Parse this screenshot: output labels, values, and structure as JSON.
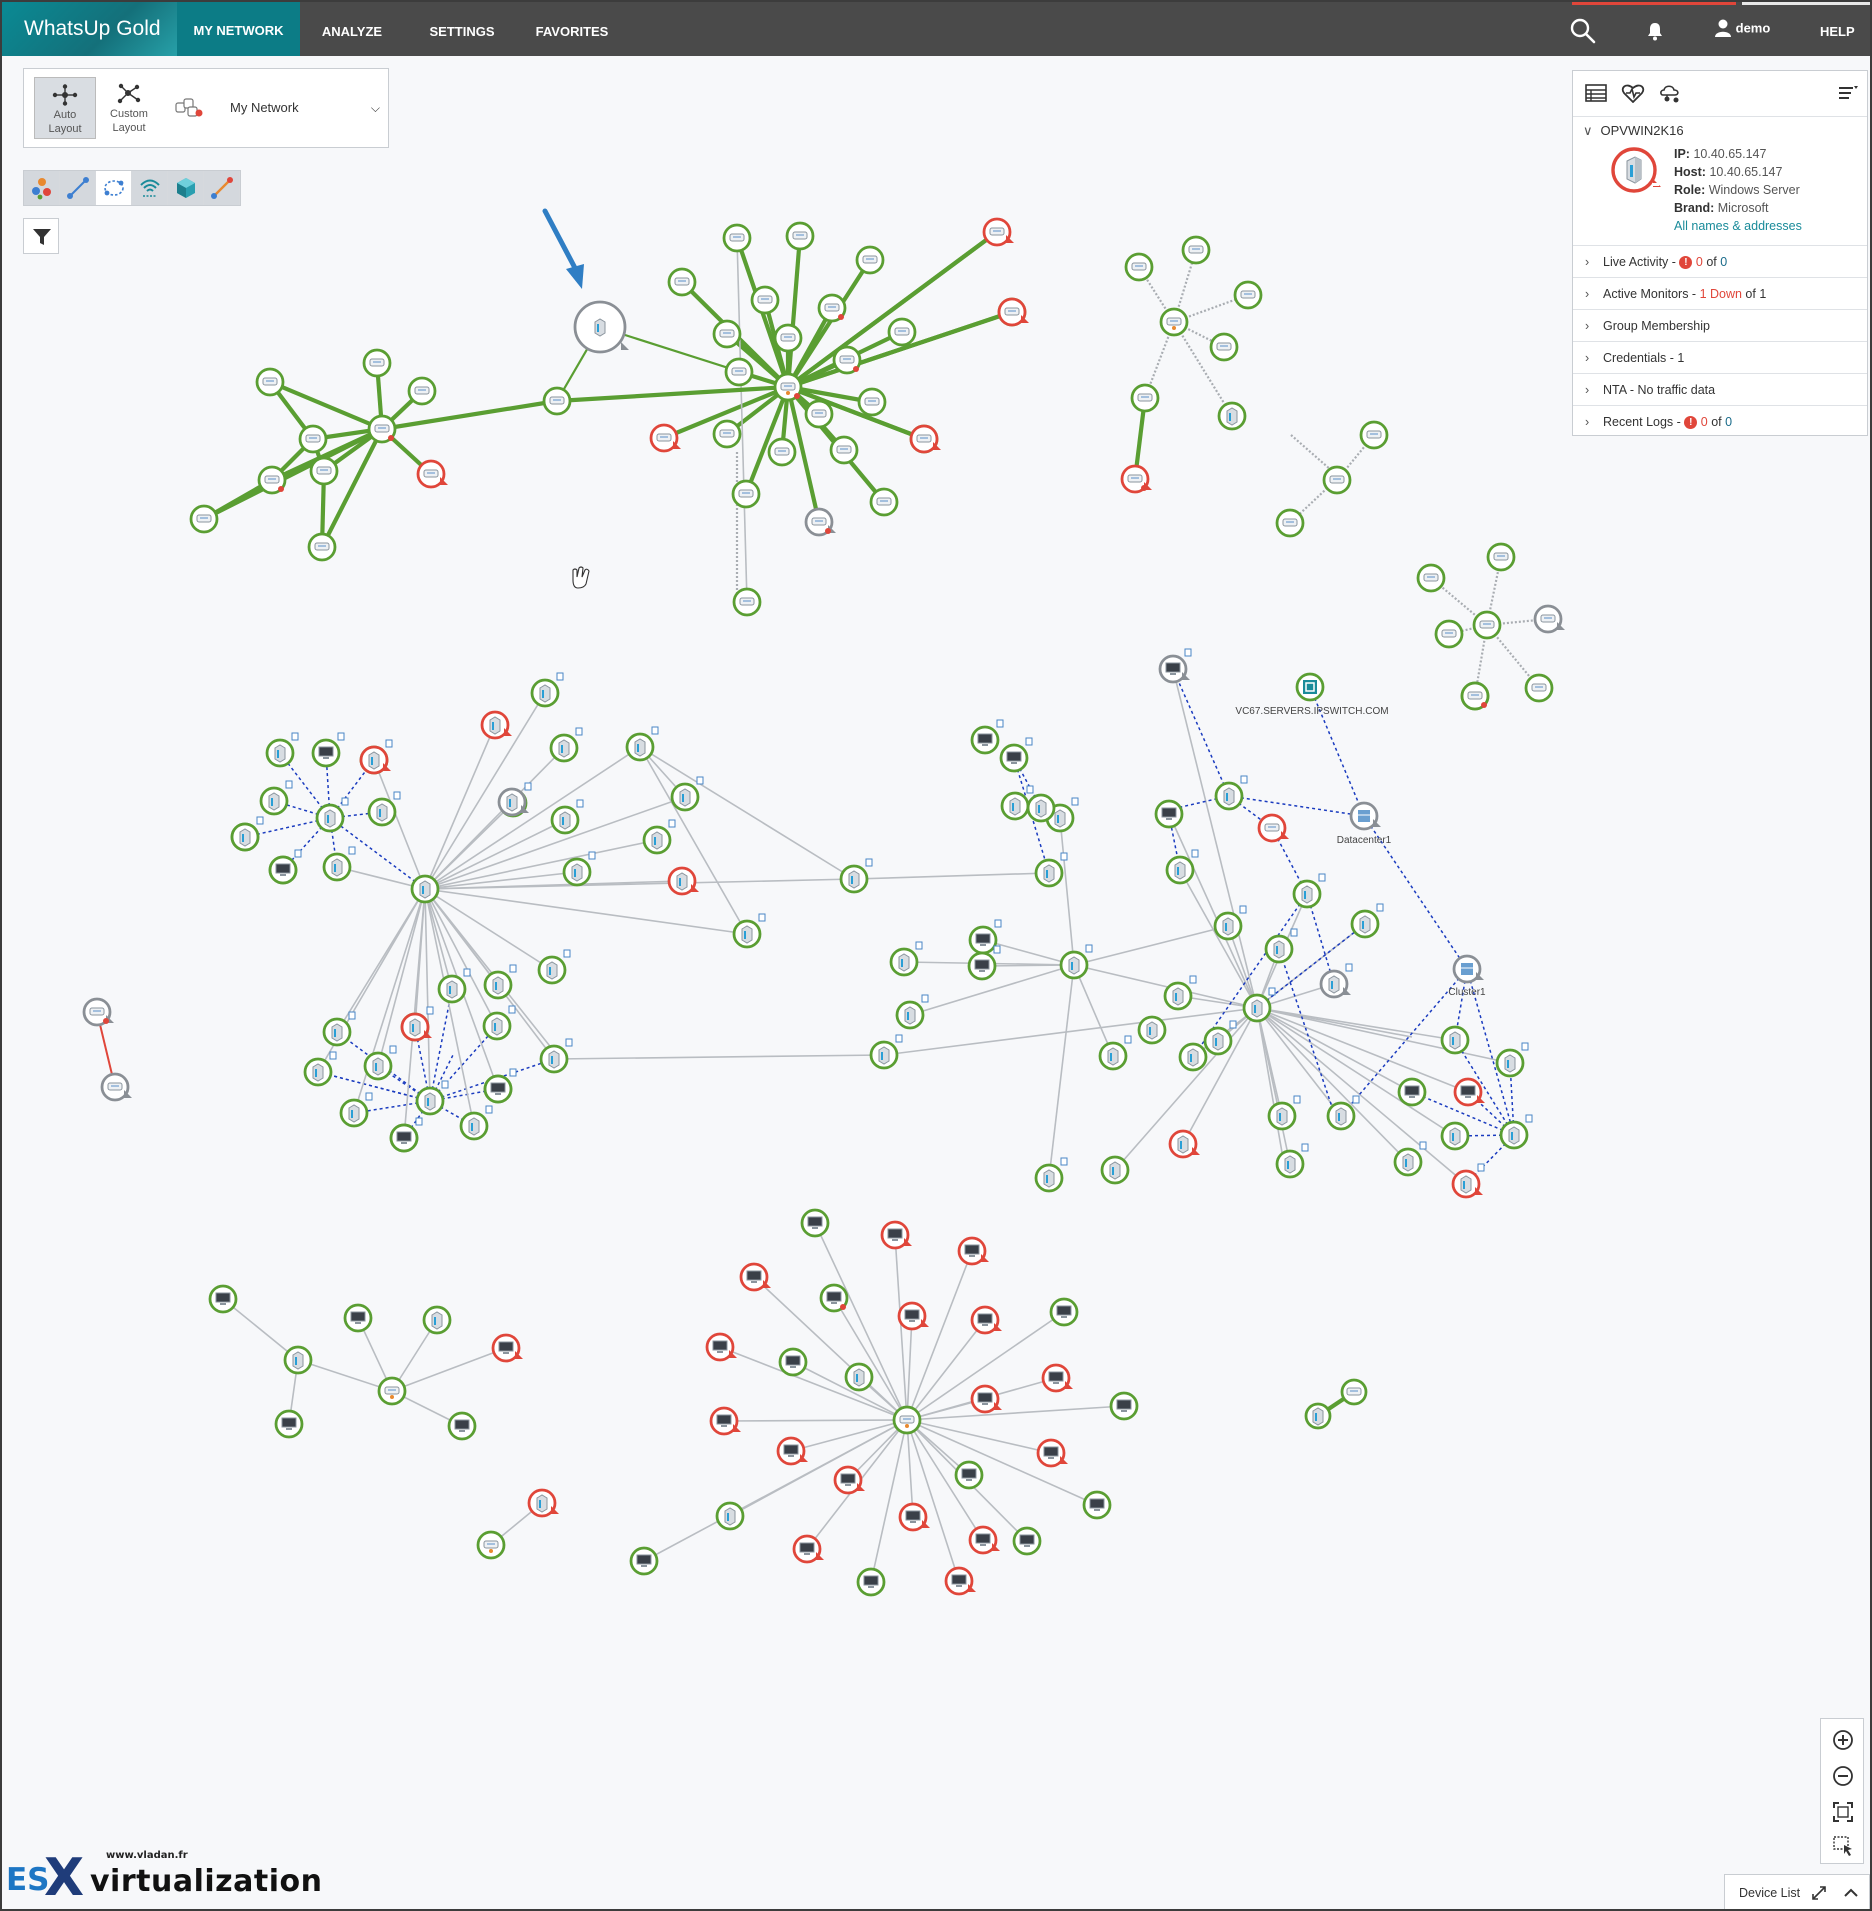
{
  "app": {
    "brand": "WhatsUp Gold",
    "nav": [
      "MY NETWORK",
      "ANALYZE",
      "SETTINGS",
      "FAVORITES"
    ],
    "active_nav": "MY NETWORK",
    "user": "demo",
    "help": "HELP",
    "colors": {
      "topbar": "#4a4a4a",
      "accent": "#0c7c86",
      "up": "#5a9e32",
      "down": "#e0463a",
      "unknown": "#8a8f95",
      "link_blue": "#1a3bbf"
    }
  },
  "layout_panel": {
    "auto_label": "Auto Layout",
    "custom_label": "Custom Layout",
    "auto_line1": "Auto",
    "auto_line2": "Layout",
    "custom_line1": "Custom",
    "custom_line2": "Layout",
    "network": "My Network"
  },
  "toolbar": {
    "tools": [
      "device-types-icon",
      "layer2-links-icon",
      "virtual-links-icon",
      "wireless-icon",
      "cloud-icon",
      "wan-links-icon"
    ]
  },
  "details": {
    "device_name": "OPVWIN2K16",
    "props": [
      {
        "label": "IP:",
        "value": "10.40.65.147"
      },
      {
        "label": "Host:",
        "value": "10.40.65.147"
      },
      {
        "label": "Role:",
        "value": "Windows Server"
      },
      {
        "label": "Brand:",
        "value": "Microsoft"
      }
    ],
    "all_names_link": "All names & addresses",
    "live_activity": {
      "label": "Live Activity - ",
      "count": "0",
      "of": " of ",
      "total": "0"
    },
    "active_monitors": {
      "label": "Active Monitors - ",
      "down": "1 Down",
      "rest": " of 1"
    },
    "group_membership": "Group Membership",
    "credentials": "Credentials - 1",
    "nta": "NTA - No traffic data",
    "recent_logs": {
      "label": "Recent Logs - ",
      "count": "0",
      "of": " of ",
      "total": "0"
    }
  },
  "map_labels": {
    "vcenter": "VC67.SERVERS.IPSWITCH.COM",
    "datacenter": "Datacenter1",
    "cluster": "Cluster1"
  },
  "device_list": {
    "label": "Device List"
  },
  "watermark": {
    "url": "www.vladan.fr",
    "es": "ES",
    "x": "X",
    "rest": "virtualization"
  }
}
